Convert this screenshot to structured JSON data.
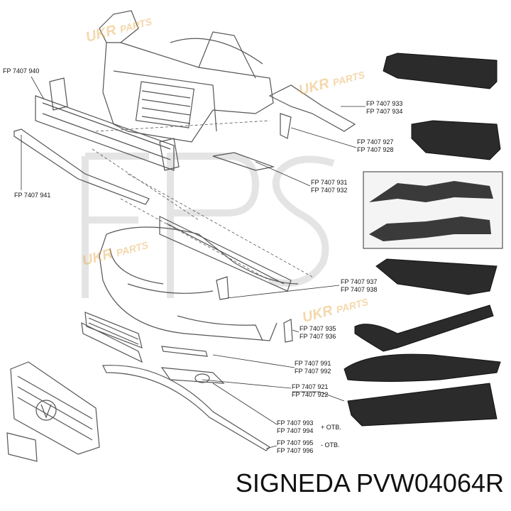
{
  "callouts": [
    {
      "id": "c940",
      "codes": [
        "FP 7407 940"
      ]
    },
    {
      "id": "c941",
      "codes": [
        "FP 7407 941"
      ]
    },
    {
      "id": "c933",
      "codes": [
        "FP 7407 933",
        "FP 7407 934"
      ]
    },
    {
      "id": "c927",
      "codes": [
        "FP 7407 927",
        "FP 7407 928"
      ]
    },
    {
      "id": "c931",
      "codes": [
        "FP 7407 931",
        "FP 7407 932"
      ]
    },
    {
      "id": "c937",
      "codes": [
        "FP 7407 937",
        "FP 7407 938"
      ]
    },
    {
      "id": "c935",
      "codes": [
        "FP 7407 935",
        "FP 7407 936"
      ]
    },
    {
      "id": "c991",
      "codes": [
        "FP 7407 991",
        "FP 7407 992"
      ]
    },
    {
      "id": "c921",
      "codes": [
        "FP 7407 921",
        "FP 7407 922"
      ]
    },
    {
      "id": "c993",
      "codes": [
        "FP 7407 993",
        "FP 7407 994"
      ],
      "note": "+ OTB."
    },
    {
      "id": "c995",
      "codes": [
        "FP 7407 995",
        "FP 7407 996"
      ],
      "note": "- OTB."
    }
  ],
  "watermark": {
    "text": "UKR",
    "sub": "PARTS",
    "color": "#e7a949"
  },
  "footer": {
    "brand": "SIGNEDA",
    "part_number": "PVW04064R"
  },
  "colors": {
    "line": "#333333",
    "part_dark": "#2b2b2b",
    "watermark": "#e7a949"
  }
}
